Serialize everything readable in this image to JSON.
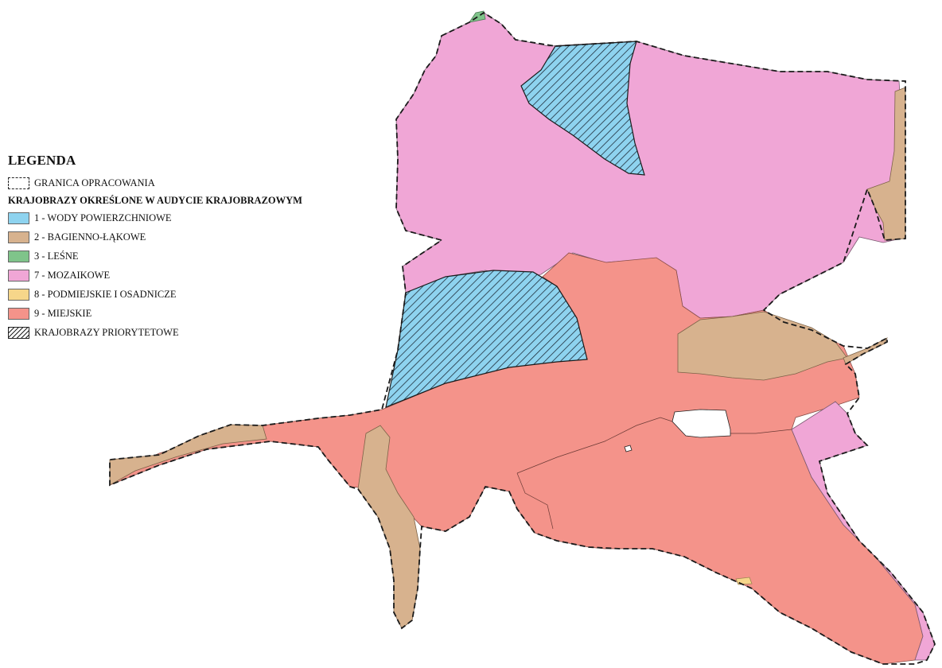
{
  "legend": {
    "title": "LEGENDA",
    "boundary_label": "GRANICA OPRACOWANIA",
    "subtitle": "KRAJOBRAZY OKREŚLONE W AUDYCIE KRAJOBRAZOWYM",
    "items": [
      {
        "label": "1 - WODY POWIERZCHNIOWE",
        "color": "#8ed3ef"
      },
      {
        "label": "2 - BAGIENNO-ŁĄKOWE",
        "color": "#d7b28e"
      },
      {
        "label": "3 - LEŚNE",
        "color": "#7fc48a"
      },
      {
        "label": "7 - MOZAIKOWE",
        "color": "#f0a6d6"
      },
      {
        "label": "8 - PODMIEJSKIE I OSADNICZE",
        "color": "#f6d68a"
      },
      {
        "label": "9 - MIEJSKIE",
        "color": "#f4938a"
      }
    ],
    "priority_label": "KRAJOBRAZY PRIORYTETOWE"
  }
}
